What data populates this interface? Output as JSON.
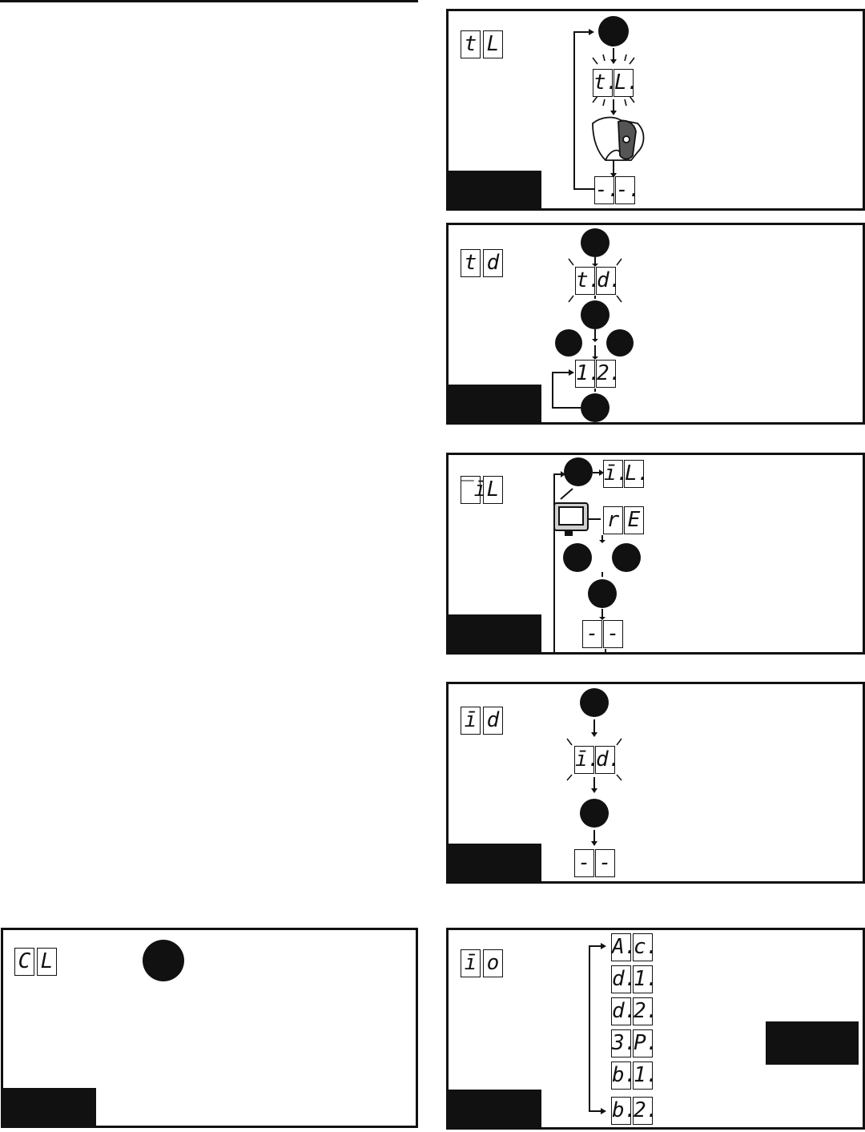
{
  "panels": {
    "tl": {
      "code": [
        "t",
        "L"
      ],
      "blink": [
        "t.",
        "L."
      ],
      "result": [
        "-.",
        "-."
      ]
    },
    "td": {
      "code": [
        "t",
        "d"
      ],
      "blink": [
        "t.",
        "d."
      ],
      "value": [
        "1.",
        "2."
      ]
    },
    "ml": {
      "code": [
        "̅ī",
        "L"
      ],
      "blink": [
        "ī.",
        "L."
      ],
      "remote": [
        "r",
        "E"
      ],
      "result": [
        "-",
        "-"
      ]
    },
    "md": {
      "code": [
        "ī",
        "d"
      ],
      "blink": [
        "ī.",
        "d."
      ],
      "result": [
        "-",
        "-"
      ]
    },
    "cl": {
      "code": [
        "C",
        "L"
      ]
    },
    "mo": {
      "code": [
        "ī",
        "o"
      ],
      "options": [
        [
          "A.",
          "c."
        ],
        [
          "d.",
          "1."
        ],
        [
          "d.",
          "2."
        ],
        [
          "3.",
          "P."
        ],
        [
          "b.",
          "1."
        ],
        [
          "b.",
          "2."
        ]
      ]
    }
  },
  "colors": {
    "ink": "#111111",
    "paper": "#ffffff",
    "panel_fill": "#cfcfcf"
  }
}
